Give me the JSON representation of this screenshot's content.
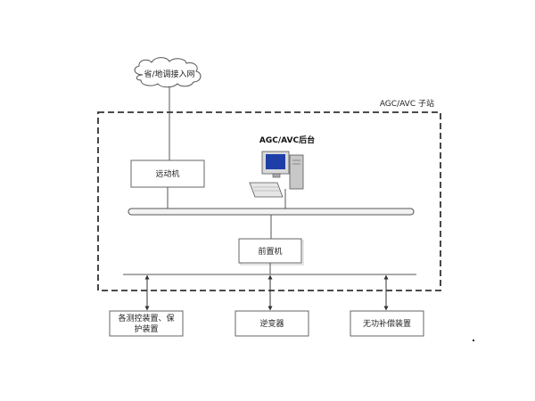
{
  "diagram": {
    "cloud_label": "省/地调接入网",
    "substation_label": "AGC/AVC 子站",
    "backend_label": "AGC/AVC后台",
    "telecontrol_label": "远动机",
    "frontend_label": "前置机",
    "devices": {
      "measure_line1": "各测控装置、保",
      "measure_line2": "护装置",
      "inverter": "逆变器",
      "reactive": "无功补偿装置"
    }
  },
  "colors": {
    "line": "#555555",
    "dash_border": "#333333",
    "box_border": "#666666",
    "bus_fill": "#f2f2f2"
  }
}
